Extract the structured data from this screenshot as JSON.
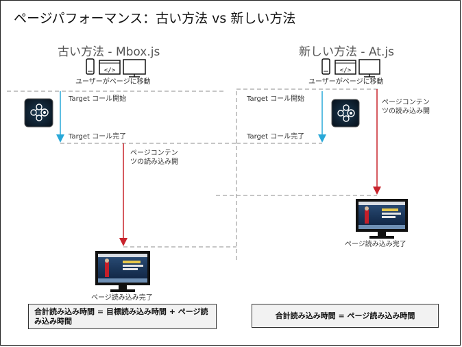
{
  "title": "ページパフォーマンス：古い方法 vs 新しい方法",
  "old_method": {
    "heading": "古い方法 - Mbox.js",
    "user_action": "ユーザーがページに移動",
    "target_start": "Target コール開始",
    "target_end": "Target コール完了",
    "content_load_line1": "ページコンテン",
    "content_load_line2": "ツの読み込み開",
    "page_complete": "ページ読み込み完了",
    "formula": "合計読み込み時間 = 目標読み込み時間 + ページ読み込み時間"
  },
  "new_method": {
    "heading": "新しい方法 - At.js",
    "user_action": "ユーザーがページに移動",
    "target_start": "Target コール開始",
    "target_end": "Target コール完了",
    "content_load_line1": "ページコンテン",
    "content_load_line2": "ツの読み込み開",
    "page_complete": "ページ読み込み完了",
    "formula": "合計読み込み時間 = ページ読み込み時間"
  },
  "icons": {
    "device": [
      "phone-icon",
      "code-icon",
      "monitor-icon"
    ],
    "target": "target-hub-icon",
    "page": "webpage-monitor-icon"
  },
  "colors": {
    "target_arrow": "#29a8d8",
    "content_arrow": "#c8232c",
    "dashed_line": "#8c8c8c",
    "formula_bg": "#f2f2f2"
  }
}
